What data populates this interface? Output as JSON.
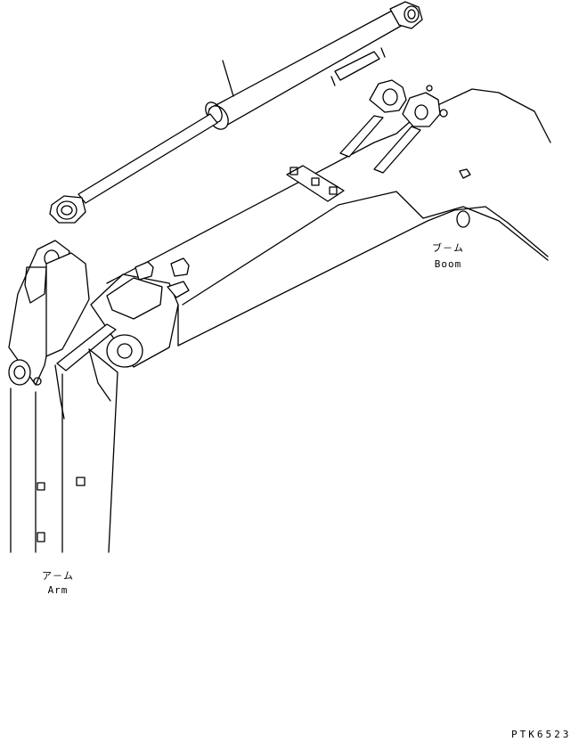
{
  "labels": {
    "boom_jp": "ブ－ム",
    "boom_en": "Boom",
    "arm_jp": "ア－ム",
    "arm_en": "Arm"
  },
  "drawing_code": "PTK6523",
  "colors": {
    "line": "#000000",
    "background": "#ffffff"
  }
}
